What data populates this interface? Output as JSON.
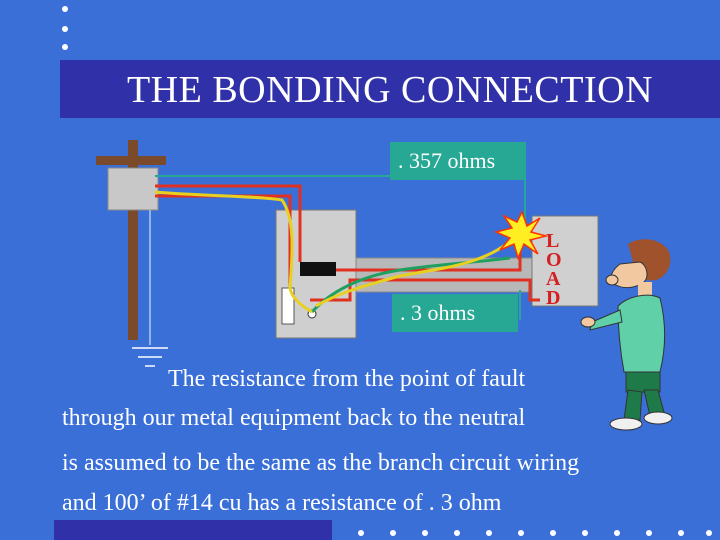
{
  "slide": {
    "title": "THE BONDING CONNECTION",
    "labels": {
      "top_resistance": ". 357 ohms",
      "bottom_resistance": ". 3 ohms",
      "load_letters": [
        "L",
        "O",
        "A",
        "D"
      ]
    },
    "body_lines": [
      "The resistance from the point of fault",
      "through our metal equipment back to the neutral",
      "is assumed to be the same as the branch circuit wiring",
      "and 100’ of #14 cu has a resistance of   . 3 ohm"
    ]
  },
  "colors": {
    "background": "#3a6fd8",
    "title_bar": "#3030a8",
    "label_box": "#27a894",
    "hot_wire": "#e03020",
    "ground_wire": "#e8d020",
    "neutral_wire": "#20a060"
  }
}
